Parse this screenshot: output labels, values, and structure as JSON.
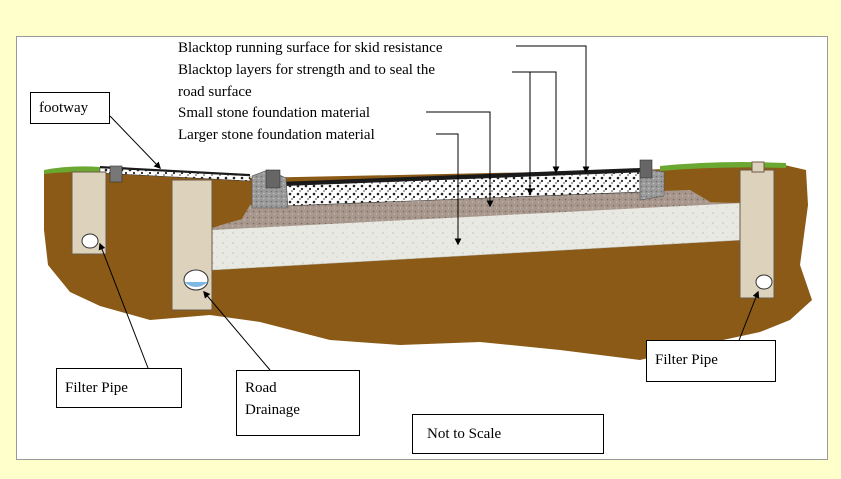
{
  "colors": {
    "page_background": "#ffffcc",
    "earth": "#8a5a16",
    "grass": "#6aa832",
    "blacktop": "#2a2a2a",
    "pipe_shaft": "#ddd2bc",
    "small_stone": "#a8978c",
    "large_stone": "#e9e9e3"
  },
  "callouts": {
    "running_surface": "Blacktop running surface for skid resistance",
    "layers_line1": "Blacktop layers for strength and to seal the",
    "layers_line2": "road surface",
    "small_stone": "Small stone foundation material",
    "large_stone": "Larger stone foundation material"
  },
  "boxes": {
    "footway": "footway",
    "filter_pipe_left": "Filter Pipe",
    "road_drainage_line1": "Road",
    "road_drainage_line2": "Drainage",
    "filter_pipe_right": "Filter Pipe",
    "not_to_scale": "Not to Scale"
  }
}
